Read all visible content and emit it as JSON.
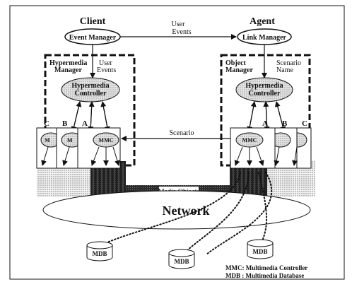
{
  "diagram": {
    "titles": {
      "client": "Client",
      "agent": "Agent"
    },
    "event_manager": "Event Manager",
    "link_manager": "Link Manager",
    "user_events_top": [
      "User",
      "Events"
    ],
    "hypermedia_manager": [
      "Hypermedia",
      "Manager"
    ],
    "user_events_left": [
      "User",
      "Events"
    ],
    "object_manager": [
      "Object",
      "Manager"
    ],
    "scenario_name": [
      "Scenario",
      "Name"
    ],
    "hypermedia_controller": [
      "Hypermedia",
      "Controller"
    ],
    "left_stack_letters": [
      "C",
      "B",
      "A"
    ],
    "right_stack_letters": [
      "A",
      "B",
      "C"
    ],
    "mmc": "MMC",
    "mmc_partial": [
      "M",
      "M"
    ],
    "scenario": "Scenario",
    "media_objects": "Media Objects",
    "network": "Network",
    "mdb": "MDB",
    "legend": [
      "MMC: Multimedia Controller",
      "MDB : Multimedia Database"
    ]
  }
}
